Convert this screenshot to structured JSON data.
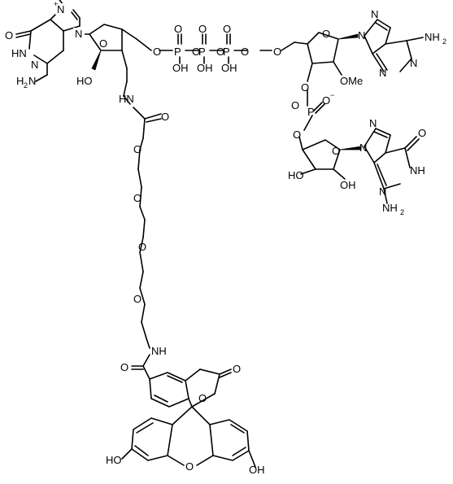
{
  "labels": {
    "o": "O",
    "n": "N",
    "p": "P",
    "oh": "OH",
    "ho": "HO",
    "hn": "HN",
    "nh": "NH",
    "nh2": "NH",
    "h2n": "H",
    "h2n_tail": "N",
    "two": "2",
    "ome": "OMe",
    "minus": "−",
    "plus": "+"
  }
}
